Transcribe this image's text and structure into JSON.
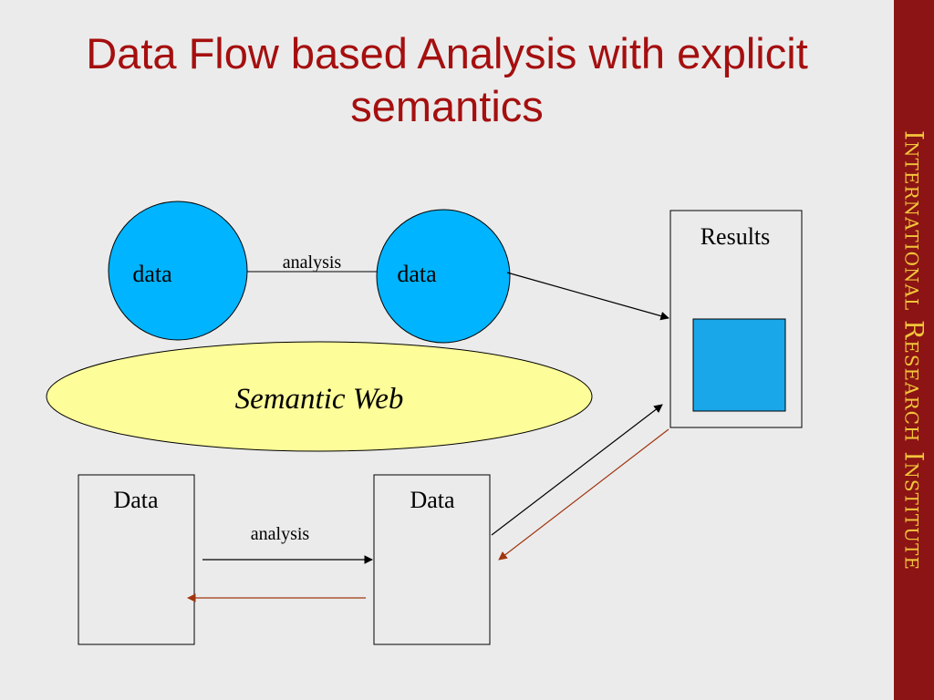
{
  "slide": {
    "title": "Data Flow based Analysis with explicit semantics",
    "side_banner": "International Research Institute"
  },
  "diagram": {
    "top_left_circle": "data",
    "top_right_circle": "data",
    "top_edge_label": "analysis",
    "results_box": "Results",
    "semantic_web": "Semantic Web",
    "bottom_left_box": "Data",
    "bottom_right_box": "Data",
    "bottom_edge_label": "analysis"
  },
  "colors": {
    "title": "#a50f0f",
    "circle_fill": "#00b4ff",
    "ellipse_fill": "#fdfd9a",
    "results_square": "#1aa7ea",
    "return_arrow": "#a0360f",
    "banner": "#8c1414",
    "banner_text": "#f2c43a"
  }
}
